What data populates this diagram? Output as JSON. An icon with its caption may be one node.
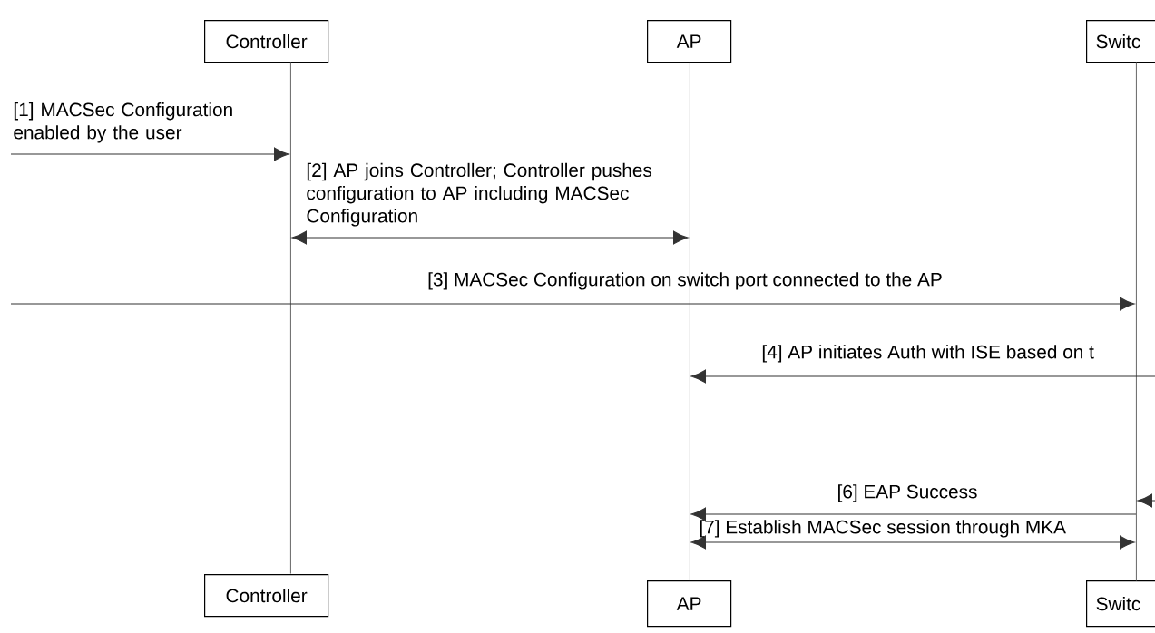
{
  "diagram": {
    "nodes": [
      {
        "text": [
          "Controller"
        ]
      },
      {
        "text": [
          "AP"
        ]
      },
      {
        "text": [
          "Switc"
        ]
      },
      {
        "text": [
          "Controller"
        ]
      },
      {
        "text": [
          "AP"
        ]
      },
      {
        "text": [
          "Switc"
        ]
      },
      {
        "text": [],
        "shape": "bar"
      },
      {
        "text": [],
        "shape": "bar"
      },
      {
        "text": [],
        "shape": "bar"
      }
    ],
    "edges": [
      {
        "from": null,
        "to": 6,
        "arrow": "to",
        "label": "[1] MACSec Configuration enabled by the user"
      },
      {
        "from": 6,
        "to": 7,
        "arrow": "both",
        "label": "[2] AP joins Controller; Controller pushes configuration to AP including MACSec Configuration"
      },
      {
        "from": null,
        "to": 8,
        "arrow": "to",
        "label": "[3] MACSec Configuration on switch port connected to the AP"
      },
      {
        "from": null,
        "to": 7,
        "arrow": "to",
        "label": "[4] AP initiates Auth with ISE based on t"
      },
      {
        "from": null,
        "to": 8,
        "arrow": "to"
      },
      {
        "from": 8,
        "to": 7,
        "arrow": "to",
        "label": "[6] EAP Success"
      },
      {
        "from": 7,
        "to": 8,
        "arrow": "both",
        "label": "[7] Establish MACSec session through MKA"
      }
    ]
  }
}
